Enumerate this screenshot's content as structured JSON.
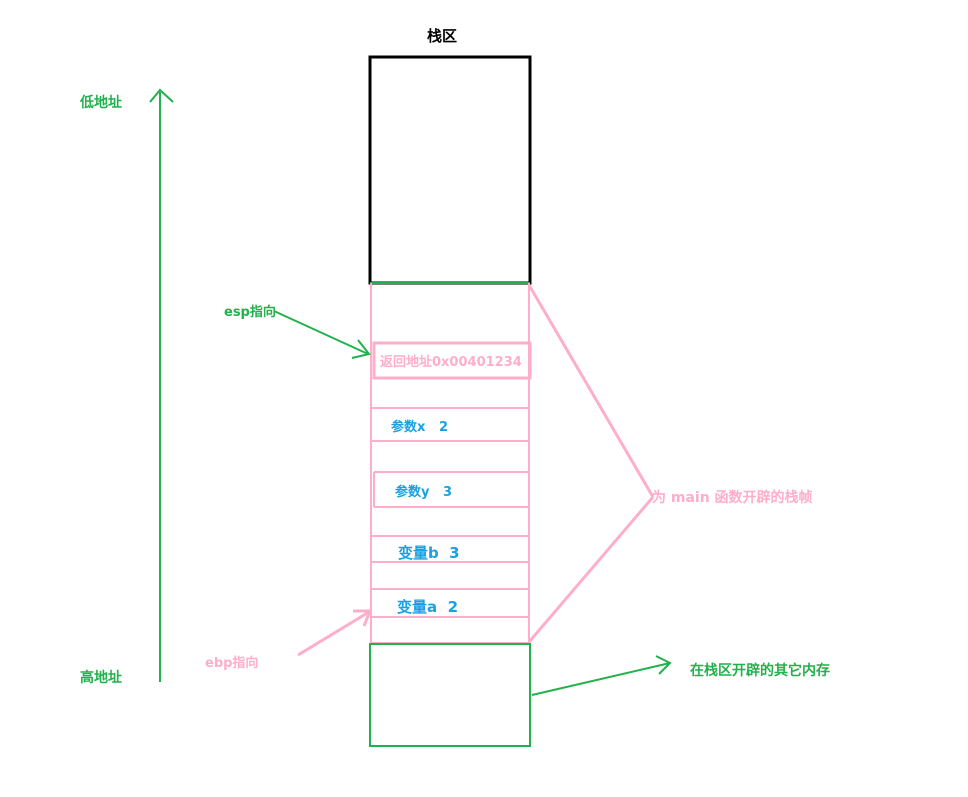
{
  "title": "栈区",
  "axis": {
    "top_label": "低地址",
    "bottom_label": "高地址"
  },
  "pointers": {
    "esp_label": "esp指向",
    "ebp_label": "ebp指向"
  },
  "cells": {
    "return_address": "返回地址0x00401234",
    "param_x": "参数x   2",
    "param_y": "参数y   3",
    "var_b": "变量b  3",
    "var_a": "变量a  2"
  },
  "annotations": {
    "main_frame": "为 main 函数开辟的栈帧",
    "other_memory": "在栈区开辟的其它内存"
  },
  "colors": {
    "green": "#22b14c",
    "pink": "#ffaec9",
    "blue": "#1ba1e2",
    "black": "#000000"
  }
}
